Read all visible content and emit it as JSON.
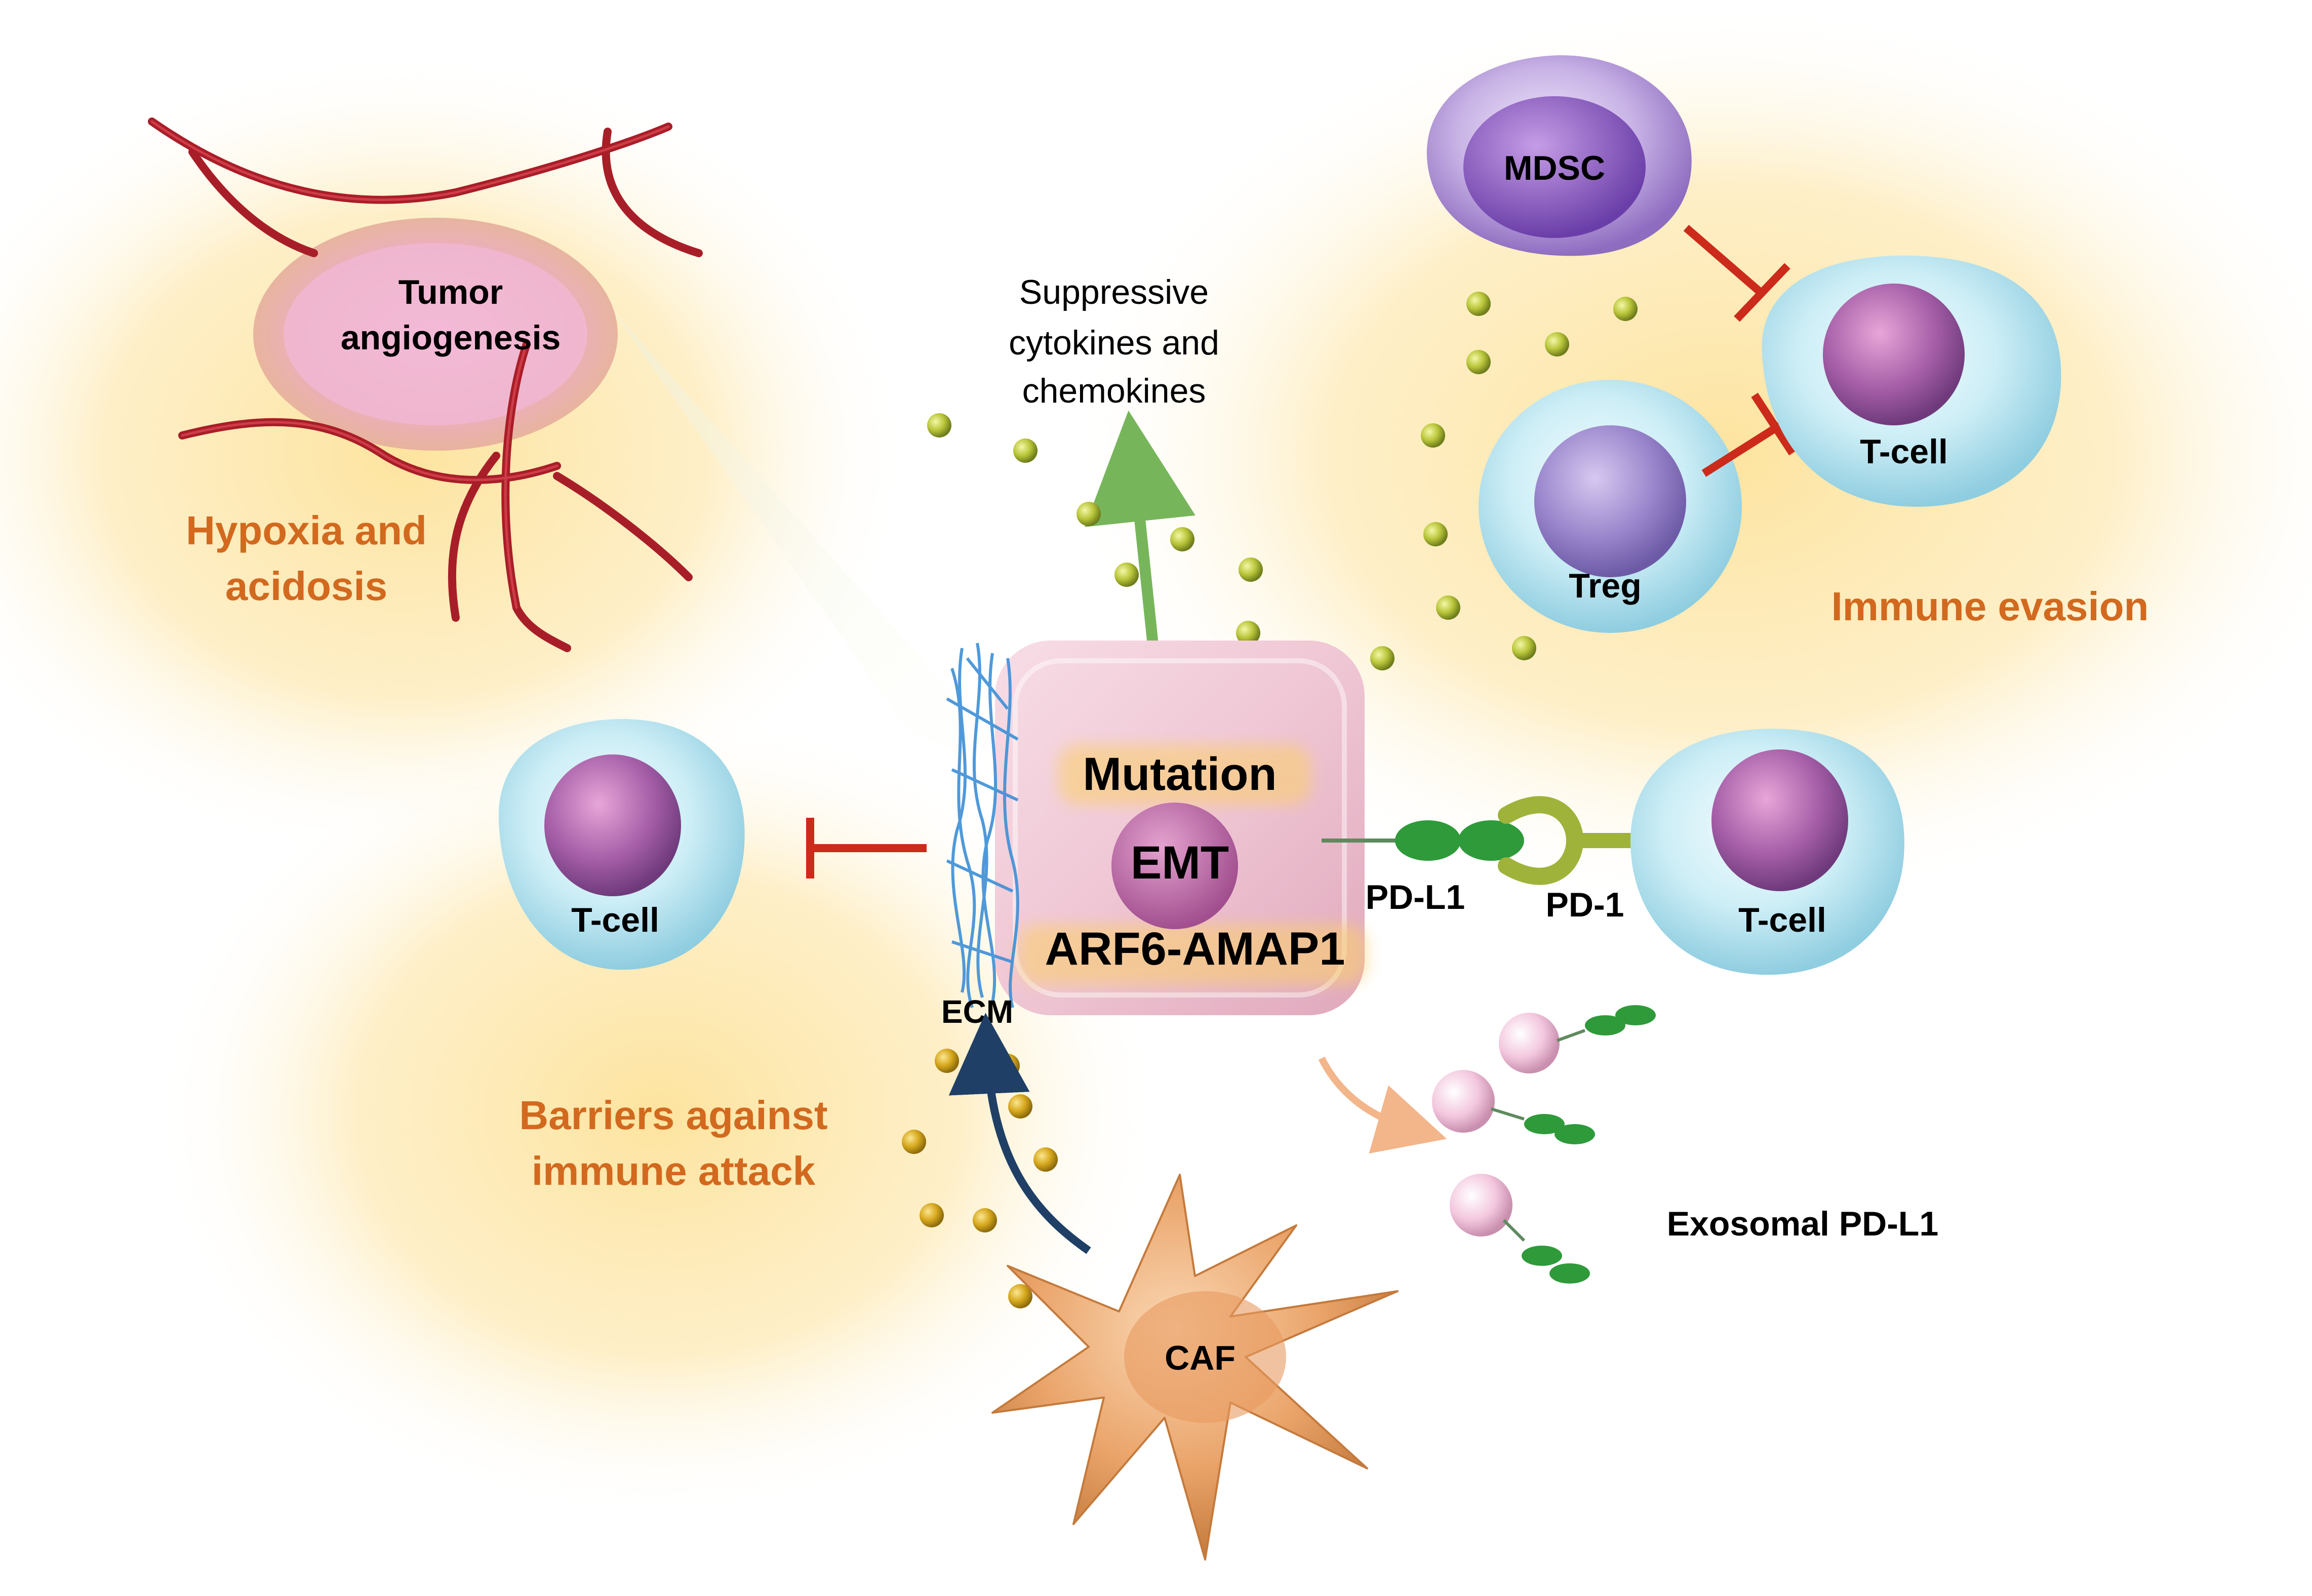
{
  "regions": {
    "hypoxia": [
      "Hypoxia and",
      "acidosis"
    ],
    "barriers": [
      "Barriers against",
      "immune attack"
    ],
    "immune_evasion": "Immune evasion"
  },
  "tumor": {
    "angiogenesis": [
      "Tumor",
      "angiogenesis"
    ],
    "mutation": "Mutation",
    "emt": "EMT",
    "arf6": "ARF6-AMAP1"
  },
  "cytokines": [
    "Suppressive",
    "cytokines and",
    "chemokines"
  ],
  "cells": {
    "mdsc": "MDSC",
    "treg": "Treg",
    "tcell_top": "T-cell",
    "tcell_right": "T-cell",
    "tcell_left": "T-cell",
    "caf": "CAF"
  },
  "molecules": {
    "pdl1": "PD-L1",
    "pd1": "PD-1",
    "ecm": "ECM",
    "exosomal": "Exosomal PD-L1"
  },
  "colors": {
    "region_glow": "#fde9a8",
    "orange_text": "#d2691e",
    "inhibit_red": "#cc2a1a",
    "cytokine_arrow": "#77b55a",
    "caf_arrow": "#1f3f66",
    "exosome_arrow": "#f3b58a",
    "pd_green": "#2e9a3a",
    "pd1_olive": "#9fb33a"
  }
}
